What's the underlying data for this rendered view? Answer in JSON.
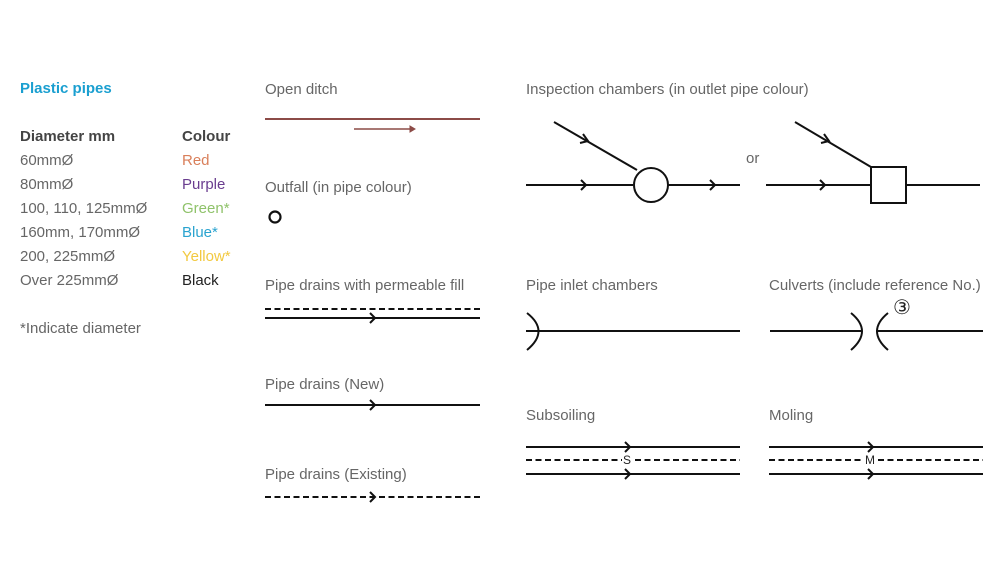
{
  "legend": {
    "title": "Plastic pipes",
    "headers": {
      "diameter": "Diameter mm",
      "colour": "Colour"
    },
    "rows": [
      {
        "diameter": "60mmØ",
        "colour": "Red",
        "color_hex": "#d97f5a"
      },
      {
        "diameter": "80mmØ",
        "colour": "Purple",
        "color_hex": "#6a3d8f"
      },
      {
        "diameter": "100, 110, 125mmØ",
        "colour": "Green*",
        "color_hex": "#8fc26a"
      },
      {
        "diameter": "160mm, 170mmØ",
        "colour": "Blue*",
        "color_hex": "#2aa3cf"
      },
      {
        "diameter": "200, 225mmØ",
        "colour": "Yellow*",
        "color_hex": "#f2c940"
      },
      {
        "diameter": "Over 225mmØ",
        "colour": "Black",
        "color_hex": "#222222"
      }
    ],
    "footnote": "*Indicate diameter"
  },
  "symbols": {
    "open_ditch": {
      "label": "Open ditch",
      "line_color": "#8c4b47"
    },
    "outfall": {
      "label": "Outfall (in pipe colour)"
    },
    "permeable_fill": {
      "label": "Pipe drains with permeable fill"
    },
    "pipe_new": {
      "label": "Pipe drains (New)"
    },
    "pipe_existing": {
      "label": "Pipe drains (Existing)"
    },
    "inspection": {
      "label": "Inspection chambers (in outlet pipe colour)",
      "or_text": "or"
    },
    "pipe_inlet": {
      "label": "Pipe inlet chambers"
    },
    "culverts": {
      "label": "Culverts (include reference No.)",
      "ref_number": "③"
    },
    "subsoiling": {
      "label": "Subsoiling",
      "marker": "S"
    },
    "moling": {
      "label": "Moling",
      "marker": "M"
    }
  }
}
